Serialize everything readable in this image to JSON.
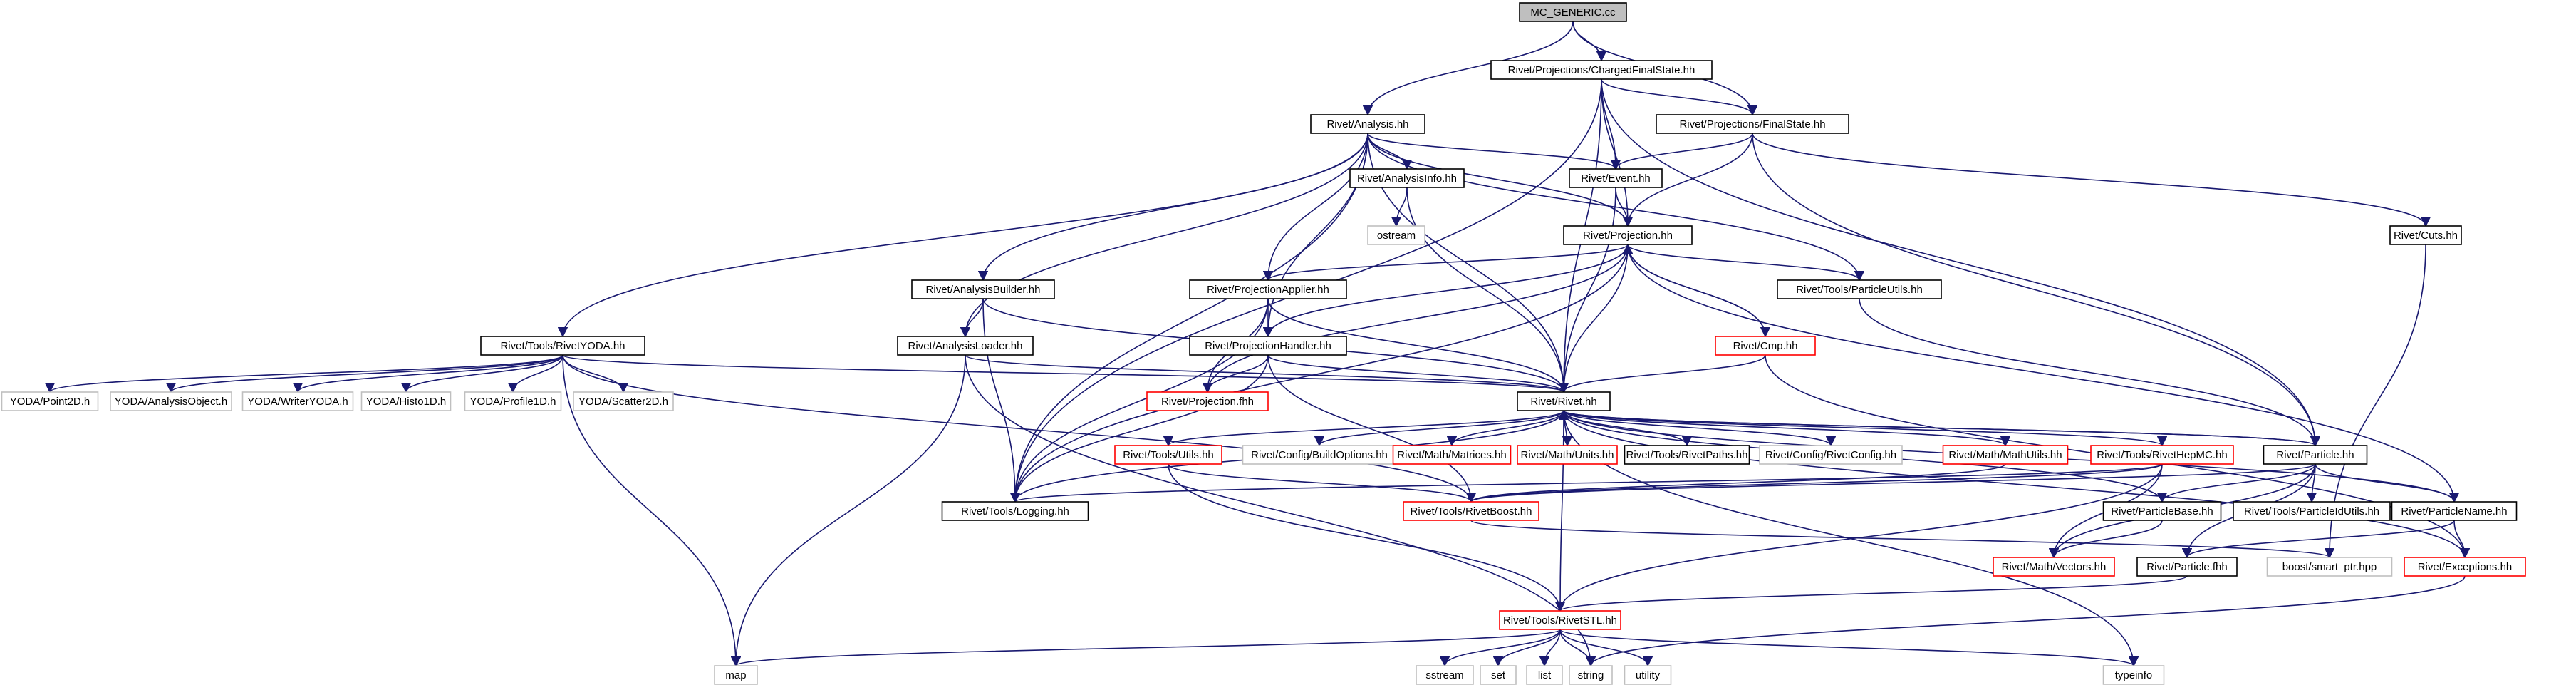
{
  "colors": {
    "edge": "#191970",
    "root_fill": "#bfbfbf",
    "border_black": "#000000",
    "border_red": "#ff0000",
    "border_gray": "#bfbfbf"
  },
  "nodes": {
    "mc_generic": "MC_GENERIC.cc",
    "charged_final_state": "Rivet/Projections/ChargedFinalState.hh",
    "analysis": "Rivet/Analysis.hh",
    "final_state": "Rivet/Projections/FinalState.hh",
    "analysis_info": "Rivet/AnalysisInfo.hh",
    "event": "Rivet/Event.hh",
    "ostream": "ostream",
    "cuts": "Rivet/Cuts.hh",
    "projection": "Rivet/Projection.hh",
    "analysis_builder": "Rivet/AnalysisBuilder.hh",
    "projection_applier": "Rivet/ProjectionApplier.hh",
    "particle_utils": "Rivet/Tools/ParticleUtils.hh",
    "rivet_yoda": "Rivet/Tools/RivetYODA.hh",
    "analysis_loader": "Rivet/AnalysisLoader.hh",
    "projection_handler": "Rivet/ProjectionHandler.hh",
    "cmp": "Rivet/Cmp.hh",
    "projection_fhh": "Rivet/Projection.fhh",
    "rivet": "Rivet/Rivet.hh",
    "yoda_point2d": "YODA/Point2D.h",
    "yoda_analysis_object": "YODA/AnalysisObject.h",
    "yoda_writer": "YODA/WriterYODA.h",
    "yoda_histo1d": "YODA/Histo1D.h",
    "yoda_profile1d": "YODA/Profile1D.h",
    "yoda_scatter2d": "YODA/Scatter2D.h",
    "tools_utils": "Rivet/Tools/Utils.hh",
    "build_options": "Rivet/Config/BuildOptions.hh",
    "matrices": "Rivet/Math/Matrices.hh",
    "units": "Rivet/Math/Units.hh",
    "rivet_paths": "Rivet/Tools/RivetPaths.hh",
    "rivet_config": "Rivet/Config/RivetConfig.hh",
    "math_utils": "Rivet/Math/MathUtils.hh",
    "rivet_hepmc": "Rivet/Tools/RivetHepMC.hh",
    "particle": "Rivet/Particle.hh",
    "logging": "Rivet/Tools/Logging.hh",
    "rivet_boost": "Rivet/Tools/RivetBoost.hh",
    "particle_base": "Rivet/ParticleBase.hh",
    "particle_id_utils": "Rivet/Tools/ParticleIdUtils.hh",
    "particle_name": "Rivet/ParticleName.hh",
    "vectors": "Rivet/Math/Vectors.hh",
    "particle_fhh": "Rivet/Particle.fhh",
    "smart_ptr": "boost/smart_ptr.hpp",
    "exceptions": "Rivet/Exceptions.hh",
    "rivet_stl": "Rivet/Tools/RivetSTL.hh",
    "map": "map",
    "sstream": "sstream",
    "set": "set",
    "list": "list",
    "string": "string",
    "utility": "utility",
    "typeinfo": "typeinfo"
  }
}
